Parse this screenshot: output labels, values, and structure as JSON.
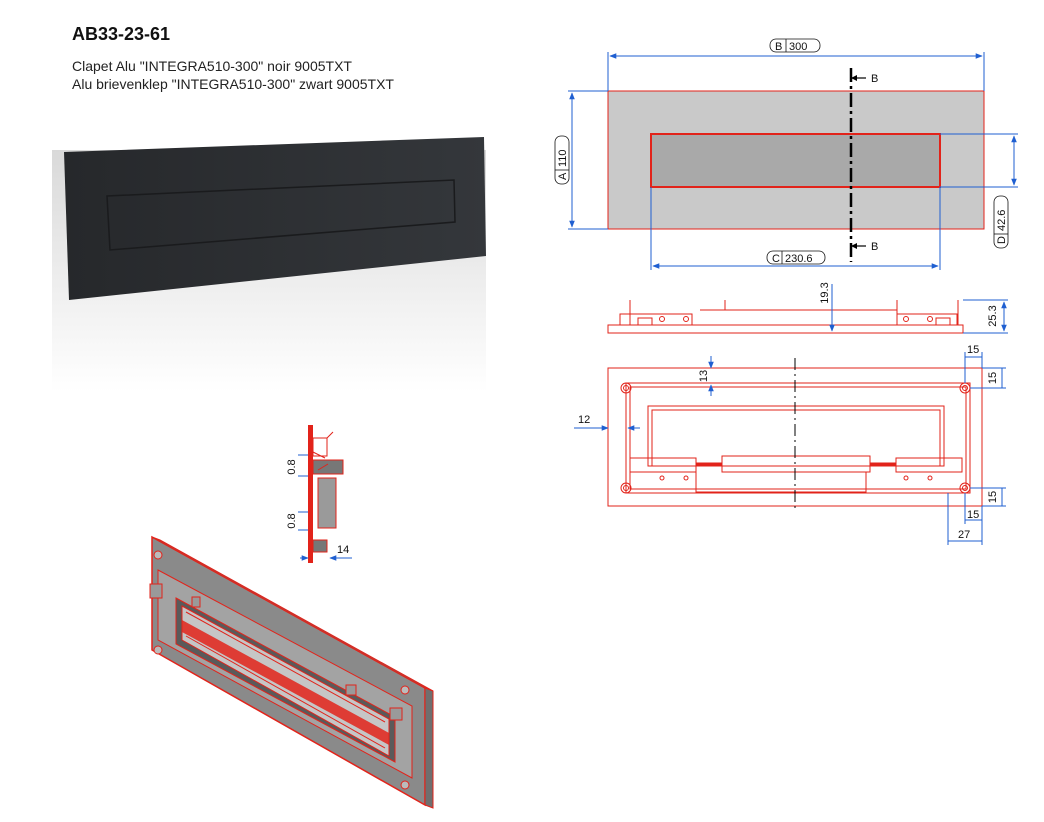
{
  "header": {
    "code": "AB33-23-61",
    "line1": "Clapet Alu \"INTEGRA510-300\" noir 9005TXT",
    "line2": "Alu brievenklep \"INTEGRA510-300\" zwart 9005TXT"
  },
  "colors": {
    "outline": "#e2231a",
    "dimension": "#1f5fd1",
    "plate": "#c9c9c9",
    "black_finish": "#2b2d30"
  },
  "front_view": {
    "width_tag": "B",
    "width_value": "300",
    "height_tag": "A",
    "height_value": "110",
    "opening_width_tag": "C",
    "opening_width_value": "230.6",
    "opening_height_tag": "D",
    "opening_height_value": "42.6",
    "section_label_top": "B",
    "section_label_bottom": "B"
  },
  "top_view": {
    "depth": "19.3",
    "total_depth": "25.3"
  },
  "rear_view": {
    "edge_right_top": "15",
    "edge_top_right": "15",
    "top_offset": "13",
    "left_offset": "12",
    "edge_bottom_right": "15",
    "edge_right_bottom": "15",
    "hole_offset": "27"
  },
  "section_view": {
    "gap_top": "0.8",
    "gap_bottom": "0.8",
    "thickness": "14"
  }
}
